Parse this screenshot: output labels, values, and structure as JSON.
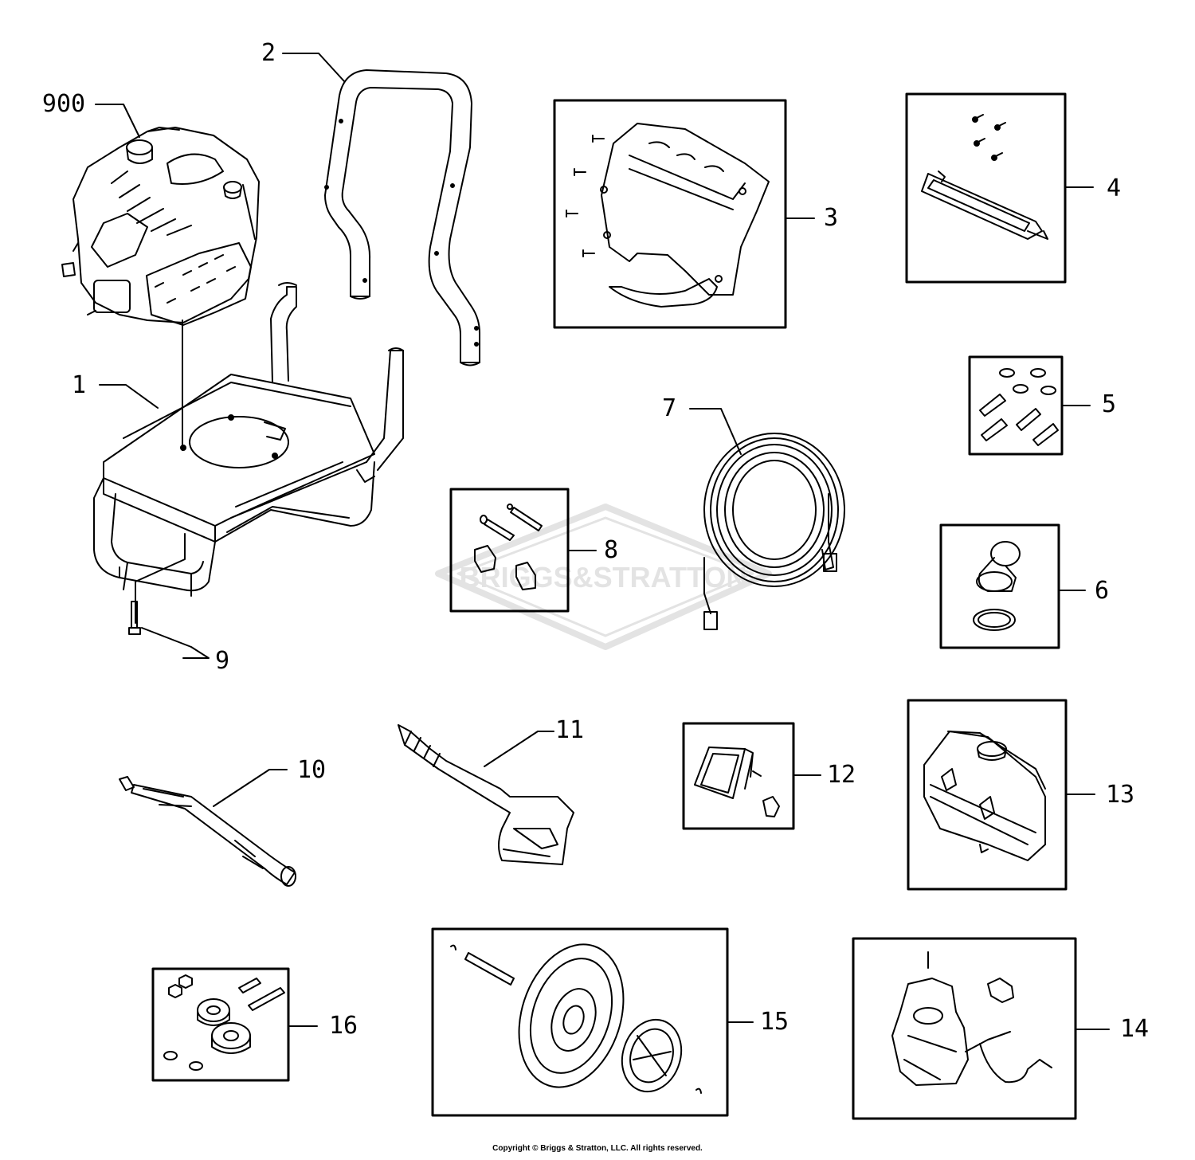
{
  "watermark": {
    "brand_text": "BRIGGS&STRATTON"
  },
  "callouts": [
    {
      "id": "900",
      "label": "900"
    },
    {
      "id": "1",
      "label": "1"
    },
    {
      "id": "2",
      "label": "2"
    },
    {
      "id": "3",
      "label": "3"
    },
    {
      "id": "4",
      "label": "4"
    },
    {
      "id": "5",
      "label": "5"
    },
    {
      "id": "6",
      "label": "6"
    },
    {
      "id": "7",
      "label": "7"
    },
    {
      "id": "8",
      "label": "8"
    },
    {
      "id": "9",
      "label": "9"
    },
    {
      "id": "10",
      "label": "10"
    },
    {
      "id": "11",
      "label": "11"
    },
    {
      "id": "12",
      "label": "12"
    },
    {
      "id": "13",
      "label": "13"
    },
    {
      "id": "14",
      "label": "14"
    },
    {
      "id": "15",
      "label": "15"
    },
    {
      "id": "16",
      "label": "16"
    }
  ],
  "footer": {
    "copyright": "Copyright © Briggs & Stratton, LLC. All rights reserved."
  },
  "colors": {
    "line": "#000000",
    "watermark": "#e6e6e6",
    "background": "#ffffff"
  }
}
